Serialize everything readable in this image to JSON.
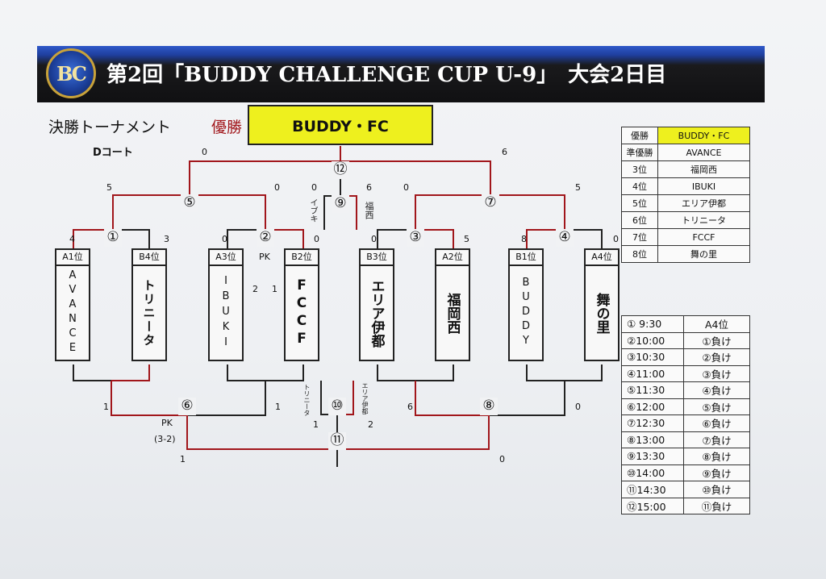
{
  "header": {
    "title": "第2回「BUDDY CHALLENGE CUP U-9」　大会2日目",
    "logo_text": "BC"
  },
  "bracket": {
    "section_title": "決勝トーナメント",
    "winner_label": "優勝",
    "winner_name": "BUDDY・FC",
    "court": "Dコート",
    "teams": [
      {
        "rank": "A1位",
        "name": "AVANCE"
      },
      {
        "rank": "B4位",
        "name": "トリニータ"
      },
      {
        "rank": "A3位",
        "name": "IBUKI"
      },
      {
        "rank": "B2位",
        "name": "FCCF"
      },
      {
        "rank": "B3位",
        "name": "エリア伊都"
      },
      {
        "rank": "A2位",
        "name": "福岡西"
      },
      {
        "rank": "B1位",
        "name": "BUDDY"
      },
      {
        "rank": "A4位",
        "name": "舞の里"
      }
    ],
    "matches": [
      {
        "no": "①",
        "left_score": "4",
        "right_score": "3"
      },
      {
        "no": "②",
        "left_score": "0",
        "right_score": "0",
        "pk_label": "PK",
        "pk_left": "2",
        "pk_right": "1"
      },
      {
        "no": "③",
        "left_score": "0",
        "right_score": "5"
      },
      {
        "no": "④",
        "left_score": "8",
        "right_score": "0"
      },
      {
        "no": "⑤",
        "left_score": "5",
        "right_score": "0"
      },
      {
        "no": "⑥",
        "left_score": "1",
        "right_score": "1",
        "pk_label": "PK",
        "pk_detail": "(3-2)"
      },
      {
        "no": "⑦",
        "left_score": "0",
        "right_score": "5"
      },
      {
        "no": "⑧",
        "left_score": "6",
        "right_score": "0"
      },
      {
        "no": "⑨",
        "left_score": "0",
        "right_score": "6",
        "left_team": "イブキ",
        "right_team": "福西"
      },
      {
        "no": "⑩",
        "left_score": "1",
        "right_score": "2",
        "left_team": "トリニータ",
        "right_team": "エリア伊都"
      },
      {
        "no": "⑪",
        "left_score": "1",
        "right_score": "0"
      },
      {
        "no": "⑫",
        "left_score": "0",
        "right_score": "6"
      }
    ]
  },
  "ranking": [
    {
      "place": "優勝",
      "team": "BUDDY・FC"
    },
    {
      "place": "準優勝",
      "team": "AVANCE"
    },
    {
      "place": "3位",
      "team": "福岡西"
    },
    {
      "place": "4位",
      "team": "IBUKI"
    },
    {
      "place": "5位",
      "team": "エリア伊都"
    },
    {
      "place": "6位",
      "team": "トリニータ"
    },
    {
      "place": "7位",
      "team": "FCCF"
    },
    {
      "place": "8位",
      "team": "舞の里"
    }
  ],
  "schedule": {
    "header_left": "①  9:30",
    "header_right": "A4位",
    "rows": [
      {
        "time": "②10:00",
        "note": "①負け"
      },
      {
        "time": "③10:30",
        "note": "②負け"
      },
      {
        "time": "④11:00",
        "note": "③負け"
      },
      {
        "time": "⑤11:30",
        "note": "④負け"
      },
      {
        "time": "⑥12:00",
        "note": "⑤負け"
      },
      {
        "time": "⑦12:30",
        "note": "⑥負け"
      },
      {
        "time": "⑧13:00",
        "note": "⑦負け"
      },
      {
        "time": "⑨13:30",
        "note": "⑧負け"
      },
      {
        "time": "⑩14:00",
        "note": "⑨負け"
      },
      {
        "time": "⑪14:30",
        "note": "⑩負け"
      },
      {
        "time": "⑫15:00",
        "note": "⑪負け"
      }
    ]
  },
  "colors": {
    "winner_highlight": "#eef01e",
    "win_line": "#a1161b",
    "loss_line": "#222222",
    "header_blue": "#1f3f9e"
  }
}
